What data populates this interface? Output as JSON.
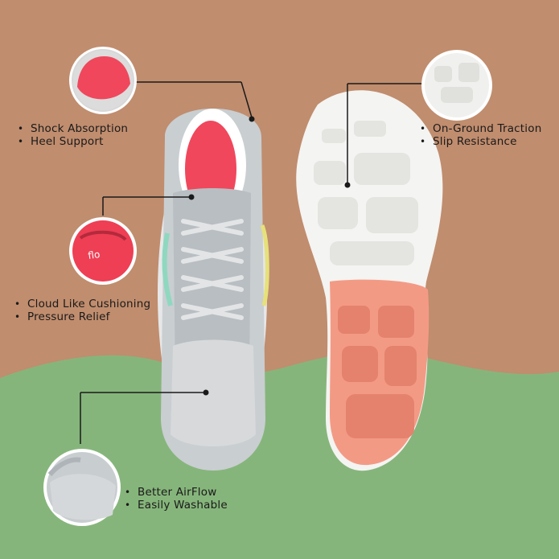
{
  "features": {
    "heel": {
      "items": [
        "Shock Absorption",
        "Heel Support"
      ]
    },
    "insole": {
      "items": [
        "Cloud Like Cushioning",
        "Pressure Relief"
      ]
    },
    "mesh": {
      "items": [
        "Better AirFlow",
        "Easily Washable"
      ]
    },
    "outsole": {
      "items": [
        "On-Ground Traction",
        "Slip Resistance"
      ]
    }
  },
  "colors": {
    "background_brown": "#c08d6e",
    "background_green": "#86b57b",
    "upper_grey": "#c9ced1",
    "insole_pink": "#f0475c",
    "outsole_white": "#f4f4f2",
    "outsole_coral": "#f39a85"
  }
}
